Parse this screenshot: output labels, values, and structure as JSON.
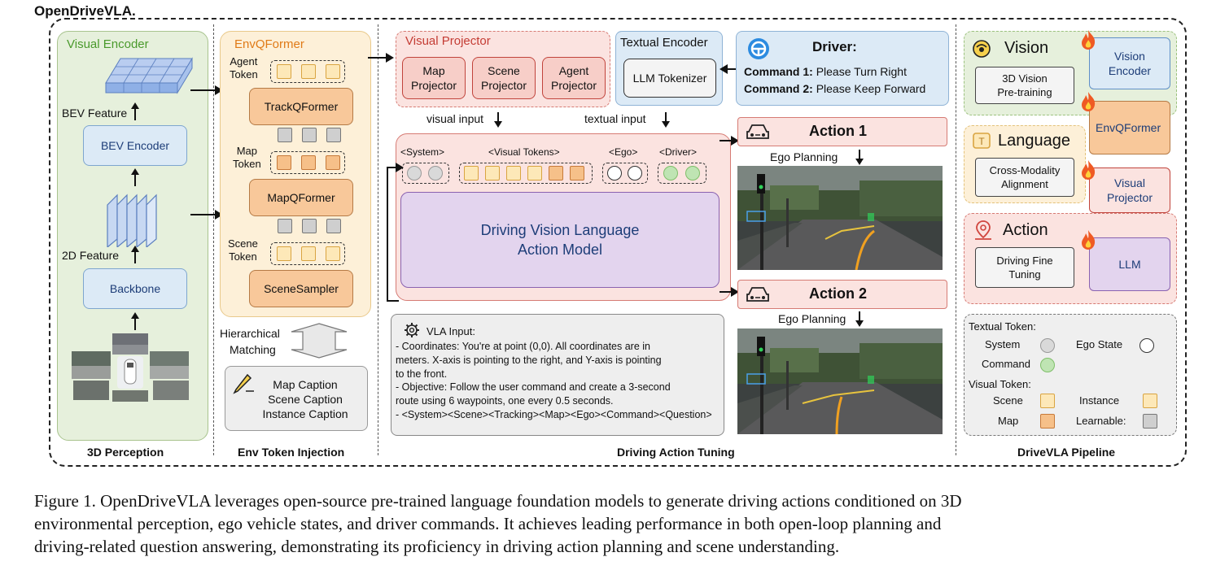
{
  "brand": "OpenDriveVLA.",
  "sections": {
    "perception": "3D Perception",
    "env": "Env Token Injection",
    "tuning": "Driving Action Tuning",
    "pipeline": "DriveVLA Pipeline"
  },
  "visual_encoder": {
    "title": "Visual Encoder",
    "bev_feature": "BEV Feature",
    "bev_encoder": "BEV Encoder",
    "feature_2d": "2D Feature",
    "backbone": "Backbone"
  },
  "envq": {
    "title": "EnvQFormer",
    "agent_token": [
      "Agent",
      "Token"
    ],
    "trackq": "TrackQFormer",
    "map_token": [
      "Map",
      "Token"
    ],
    "mapq": "MapQFormer",
    "scene_token": [
      "Scene",
      "Token"
    ],
    "scene_sampler": "SceneSampler",
    "hier": [
      "Hierarchical",
      "Matching"
    ],
    "captions": [
      "Map Caption",
      "Scene Caption",
      "Instance Caption"
    ]
  },
  "visual_projector": {
    "title": "Visual Projector",
    "map": [
      "Map",
      "Projector"
    ],
    "scene": [
      "Scene",
      "Projector"
    ],
    "agent": [
      "Agent",
      "Projector"
    ]
  },
  "textual_encoder": {
    "title": "Textual Encoder",
    "tokenizer": "LLM Tokenizer"
  },
  "driver": {
    "title": "Driver:",
    "cmd1_label": "Command 1:",
    "cmd1": "Please Turn Right",
    "cmd2_label": "Command 2:",
    "cmd2": "Please Keep Forward"
  },
  "inputs": {
    "visual": "visual input",
    "textual": "textual input"
  },
  "model": {
    "system": "<System>",
    "visual_tokens": "<Visual Tokens>",
    "ego": "<Ego>",
    "driver": "<Driver>",
    "name": [
      "Driving Vision Language",
      "Action Model"
    ]
  },
  "vla_input": {
    "title": "VLA Input:",
    "lines": [
      "- Coordinates: You're at point (0,0). All coordinates are in",
      "meters. X-axis is pointing to the right, and Y-axis is pointing",
      "to the front.",
      "- Objective: Follow the user command and create a 3-second",
      "route using 6 waypoints, one every 0.5 seconds.",
      "- <System><Scene><Tracking><Map><Ego><Command><Question>"
    ]
  },
  "actions": {
    "a1": "Action 1",
    "a2": "Action 2",
    "ego_planning": "Ego Planning"
  },
  "pipeline": {
    "vision": "Vision",
    "vision_pretrain": [
      "3D Vision",
      "Pre-training"
    ],
    "vision_encoder": [
      "Vision",
      "Encoder"
    ],
    "envqformer": "EnvQFormer",
    "language": "Language",
    "cross_modality": [
      "Cross-Modality",
      "Alignment"
    ],
    "visual_projector": [
      "Visual",
      "Projector"
    ],
    "action": "Action",
    "fine_tuning": [
      "Driving Fine",
      "Tuning"
    ],
    "llm": "LLM"
  },
  "legend": {
    "textual_token": "Textual Token:",
    "system": "System",
    "ego_state": "Ego State",
    "command": "Command",
    "visual_token": "Visual Token:",
    "scene": "Scene",
    "instance": "Instance",
    "map": "Map",
    "learnable": "Learnable:"
  },
  "caption": [
    "Figure 1.  OpenDriveVLA leverages open-source pre-trained language foundation models to generate driving actions conditioned on 3D",
    "environmental perception, ego vehicle states, and driver commands.  It achieves leading performance in both open-loop planning and",
    "driving-related question answering, demonstrating its proficiency in driving action planning and scene understanding."
  ],
  "colors": {
    "green_panel": "#e6f0dc",
    "orange_panel": "#fdf0d8",
    "red_panel": "#fbe3e0",
    "blue_box": "#dceaf6",
    "purple_box": "#e3d4ee",
    "orange_box": "#f8c89a"
  }
}
